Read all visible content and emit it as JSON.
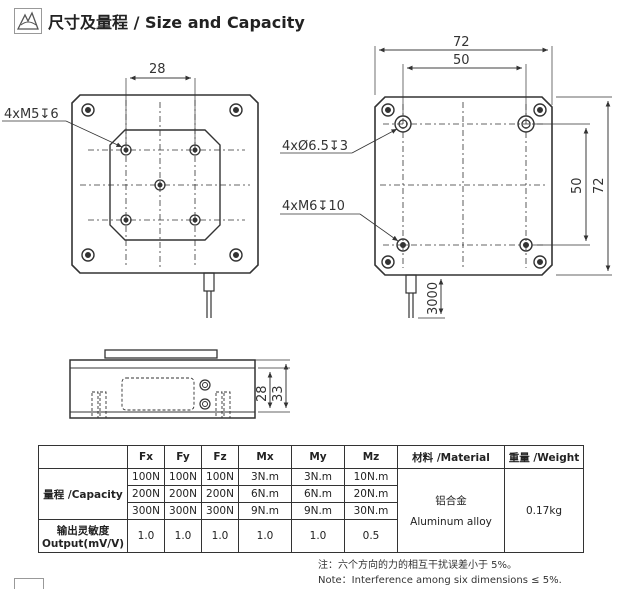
{
  "header": {
    "title": "尺寸及量程 / Size and Capacity",
    "logo_icon": "brand-logo-icon"
  },
  "drawing": {
    "top_view": {
      "dim_width": "28",
      "callout_thread": "4xM5↧6"
    },
    "side_view": {
      "dim_outer_width": "72",
      "dim_inner_width": "50",
      "dim_inner_height": "50",
      "dim_outer_height": "72",
      "callout_counterbore": "4xØ6.5↧3",
      "callout_thread": "4xM6↧10",
      "cable_length": "3000"
    },
    "front_view": {
      "dim_inner_height": "28",
      "dim_outer_height": "33"
    }
  },
  "table": {
    "headers": [
      "",
      "Fx",
      "Fy",
      "Fz",
      "Mx",
      "My",
      "Mz",
      "材料 /Material",
      "重量 /Weight"
    ],
    "capacity_label": "量程 /Capacity",
    "capacity_rows": [
      [
        "100N",
        "100N",
        "100N",
        "3N.m",
        "3N.m",
        "10N.m"
      ],
      [
        "200N",
        "200N",
        "200N",
        "6N.m",
        "6N.m",
        "20N.m"
      ],
      [
        "300N",
        "300N",
        "300N",
        "9N.m",
        "9N.m",
        "30N.m"
      ]
    ],
    "material_cn": "铝合金",
    "material_en": "Aluminum alloy",
    "weight": "0.17kg",
    "output_label_cn": "输出灵敏度",
    "output_label_en": "Output(mV/V)",
    "output_values": [
      "1.0",
      "1.0",
      "1.0",
      "1.0",
      "1.0",
      "0.5"
    ]
  },
  "notes": {
    "cn": "注：六个方向的力的相互干扰误差小于 5%。",
    "en": "Note：Interference among six dimensions ≤ 5%."
  }
}
